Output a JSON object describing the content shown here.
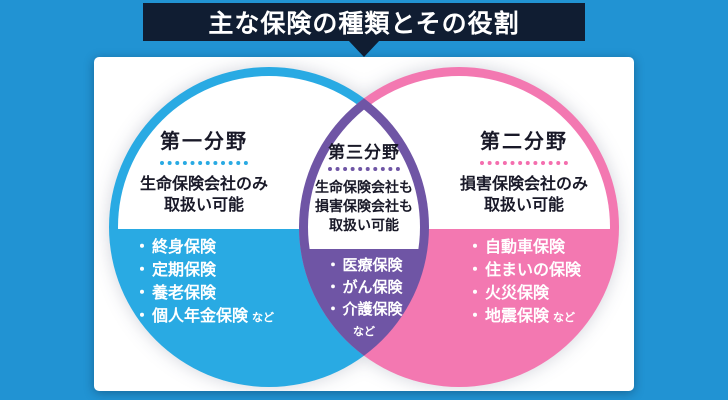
{
  "title": "主な保険の種類とその役割",
  "colors": {
    "background": "#2193d3",
    "title_bar": "#101d32",
    "card": "#ffffff",
    "left_circle": "#29aae3",
    "right_circle": "#f378b1",
    "overlap": "#6f55a5",
    "heading_text": "#191928",
    "list_text": "#ffffff"
  },
  "venn": {
    "bullet": "・",
    "left": {
      "heading": "第一分野",
      "description": [
        "生命保険会社のみ",
        "取扱い可能"
      ],
      "items": [
        "終身保険",
        "定期保険",
        "養老保険",
        "個人年金保険"
      ],
      "items_suffix": "など"
    },
    "middle": {
      "heading": "第三分野",
      "description": [
        "生命保険会社も",
        "損害保険会社も",
        "取扱い可能"
      ],
      "items": [
        "医療保険",
        "がん保険",
        "介護保険"
      ],
      "items_suffix": "など"
    },
    "right": {
      "heading": "第二分野",
      "description": [
        "損害保険会社のみ",
        "取扱い可能"
      ],
      "items": [
        "自動車保険",
        "住まいの保険",
        "火災保険",
        "地震保険"
      ],
      "items_suffix": "など"
    }
  }
}
